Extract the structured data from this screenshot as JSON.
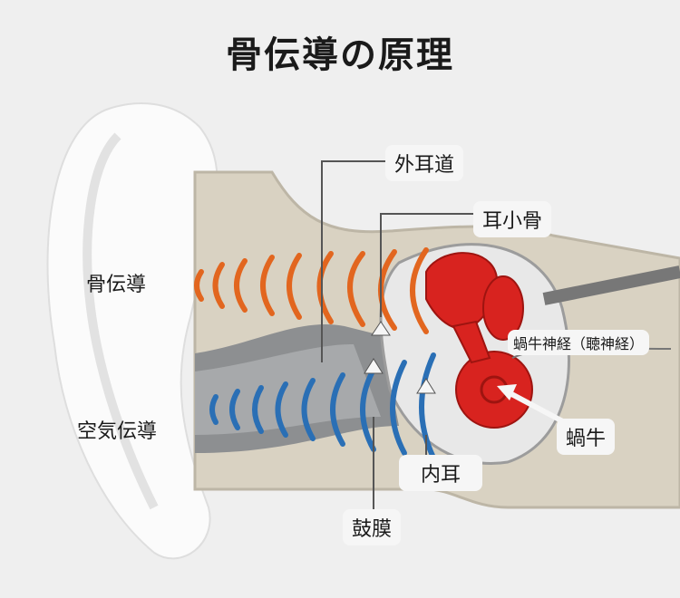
{
  "title": "骨伝導の原理",
  "labels": {
    "outer_ear_canal": "外耳道",
    "ossicles": "耳小骨",
    "bone_conduction": "骨伝導",
    "cochlear_nerve": "蝸牛神経（聴神経）",
    "air_conduction": "空気伝導",
    "cochlea": "蝸牛",
    "inner_ear": "内耳",
    "eardrum": "鼓膜"
  },
  "colors": {
    "bone_wave": "#e2661f",
    "air_wave": "#2a6fb5",
    "cochlea": "#d8231f",
    "bone": "#d9d2c2"
  }
}
